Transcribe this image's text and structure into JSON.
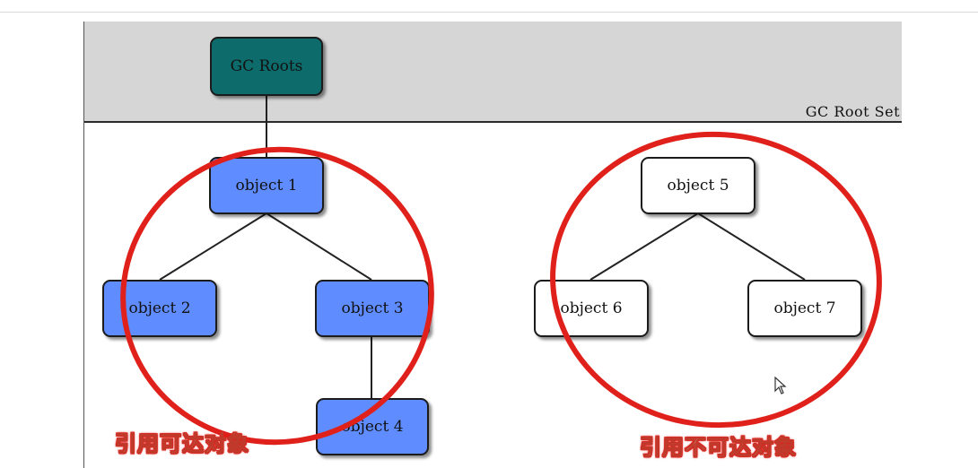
{
  "diagram": {
    "root_set_label": "GC Root Set",
    "nodes": {
      "gc_roots": "GC Roots",
      "object1": "object 1",
      "object2": "object 2",
      "object3": "object 3",
      "object4": "object 4",
      "object5": "object 5",
      "object6": "object 6",
      "object7": "object 7"
    },
    "captions": {
      "reachable": "引用可达对象",
      "unreachable": "引用不可达对象"
    },
    "colors": {
      "root_node": "#0e6b6b",
      "reachable_node": "#5f8cff",
      "unreachable_node": "#ffffff",
      "highlight_circle": "#e0201b"
    }
  }
}
